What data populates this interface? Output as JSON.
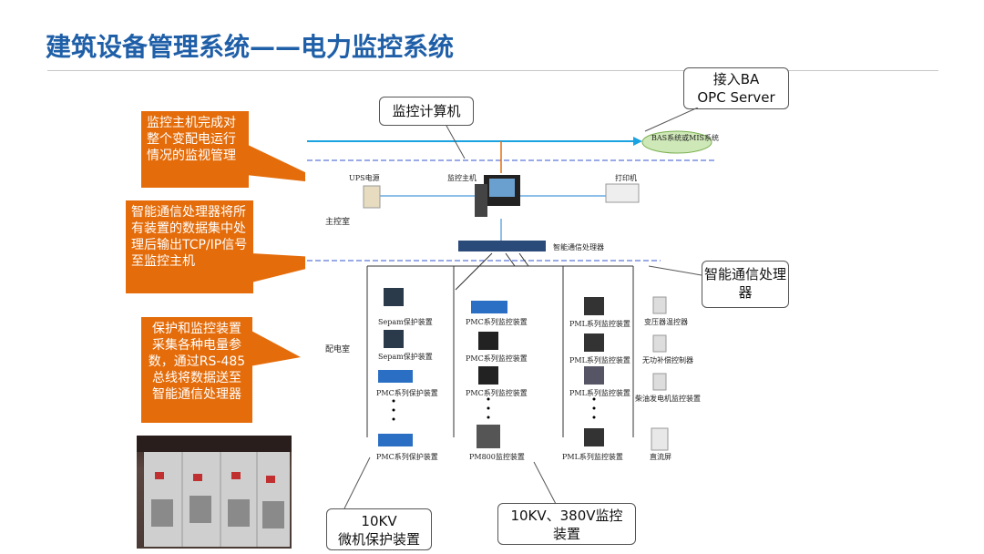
{
  "title": "建筑设备管理系统——电力监控系统",
  "callouts": {
    "monitor_host": "监控主机完成对整个变配电运行情况的监视管理",
    "processor": "智能通信处理器将所有装置的数据集中处理后输出TCP/IP信号至监控主机",
    "protection": "保护和监控装置采集各种电量参数，通过RS-485总线将数据送至智能通信处理器"
  },
  "bubbles": {
    "ba_line1": "接入BA",
    "ba_line2": "OPC Server",
    "computer": "监控计算机",
    "processor": "智能通信处理器",
    "kv10": "10KV",
    "kv10_sub": "微机保护装置",
    "kv380": "10KV、380V监控装置"
  },
  "diagram": {
    "bas": "BAS系统或MIS系统",
    "ups": "UPS电源",
    "host": "监控主机",
    "printer": "打印机",
    "main_room": "主控室",
    "proc_label": "智能通信处理器",
    "dist_room": "配电室",
    "col1": [
      "Sepam保护装置",
      "Sepam保护装置",
      "PMC系列保护装置",
      "PMC系列保护装置"
    ],
    "col2": [
      "PMC系列监控装置",
      "PMC系列监控装置",
      "PMC系列监控装置",
      "PM800监控装置"
    ],
    "col3": [
      "PML系列监控装置",
      "PML系列监控装置",
      "PML系列监控装置",
      "PML系列监控装置"
    ],
    "col4": [
      "变压器温控器",
      "无功补偿控制器",
      "柴油发电机监控装置",
      "直流屏"
    ]
  }
}
